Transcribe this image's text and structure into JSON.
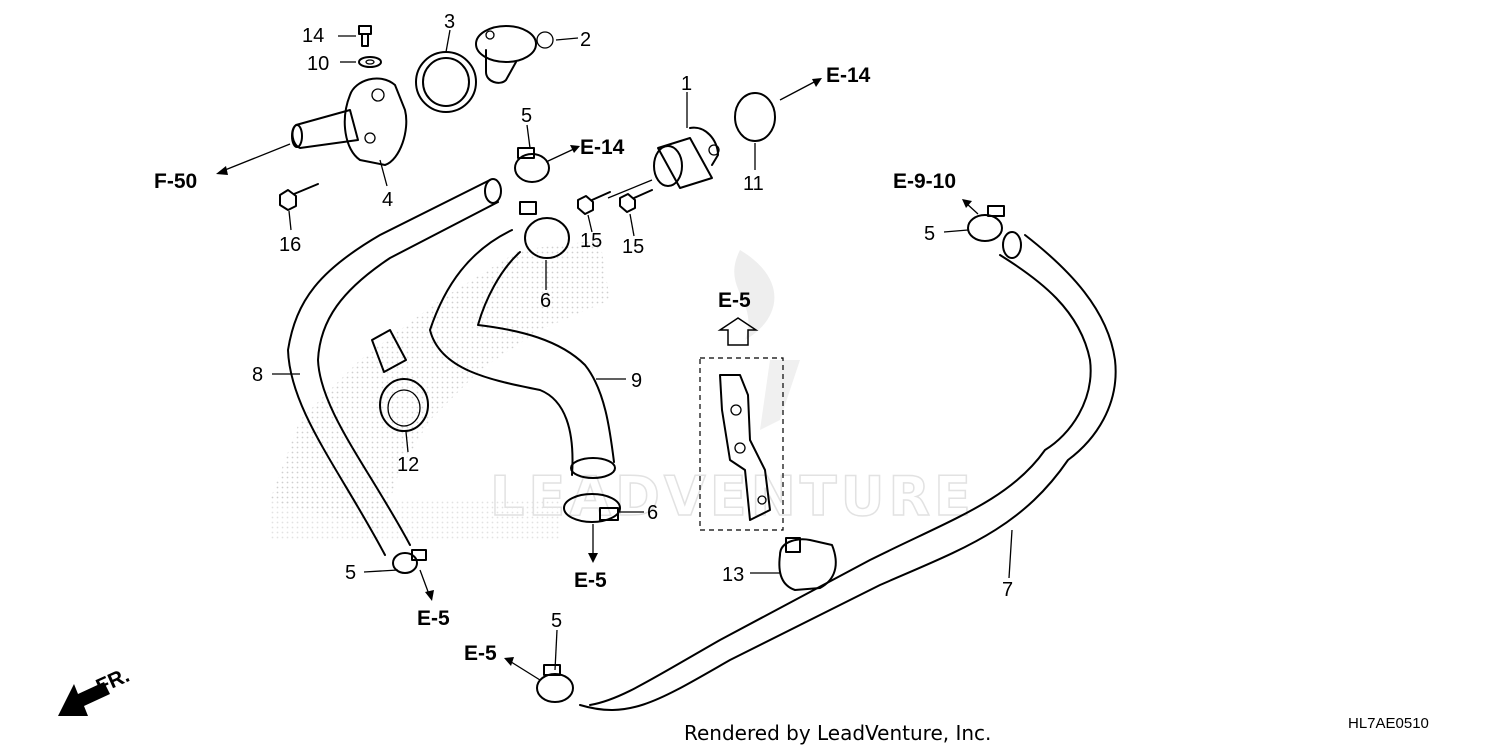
{
  "part_numbers": [
    "1",
    "2",
    "3",
    "4",
    "5",
    "6",
    "7",
    "8",
    "9",
    "10",
    "11",
    "12",
    "13",
    "14",
    "15",
    "16"
  ],
  "callouts": {
    "n1": "1",
    "n2": "2",
    "n3": "3",
    "n4": "4",
    "n5a": "5",
    "n5b": "5",
    "n5c": "5",
    "n5d": "5",
    "n6a": "6",
    "n6b": "6",
    "n7": "7",
    "n8": "8",
    "n9": "9",
    "n10": "10",
    "n11": "11",
    "n12": "12",
    "n13": "13",
    "n14": "14",
    "n15a": "15",
    "n15b": "15",
    "n16": "16"
  },
  "references": {
    "f50": "F-50",
    "e14a": "E-14",
    "e14b": "E-14",
    "e910": "E-9-10",
    "e5_bracket": "E-5",
    "e5_hose8": "E-5",
    "e5_hose9": "E-5",
    "e5_hose7": "E-5"
  },
  "front_indicator": "FR.",
  "footer": "Rendered by LeadVenture, Inc.",
  "diagram_code": "HL7AE0510",
  "watermark": "LEADVENTURE"
}
